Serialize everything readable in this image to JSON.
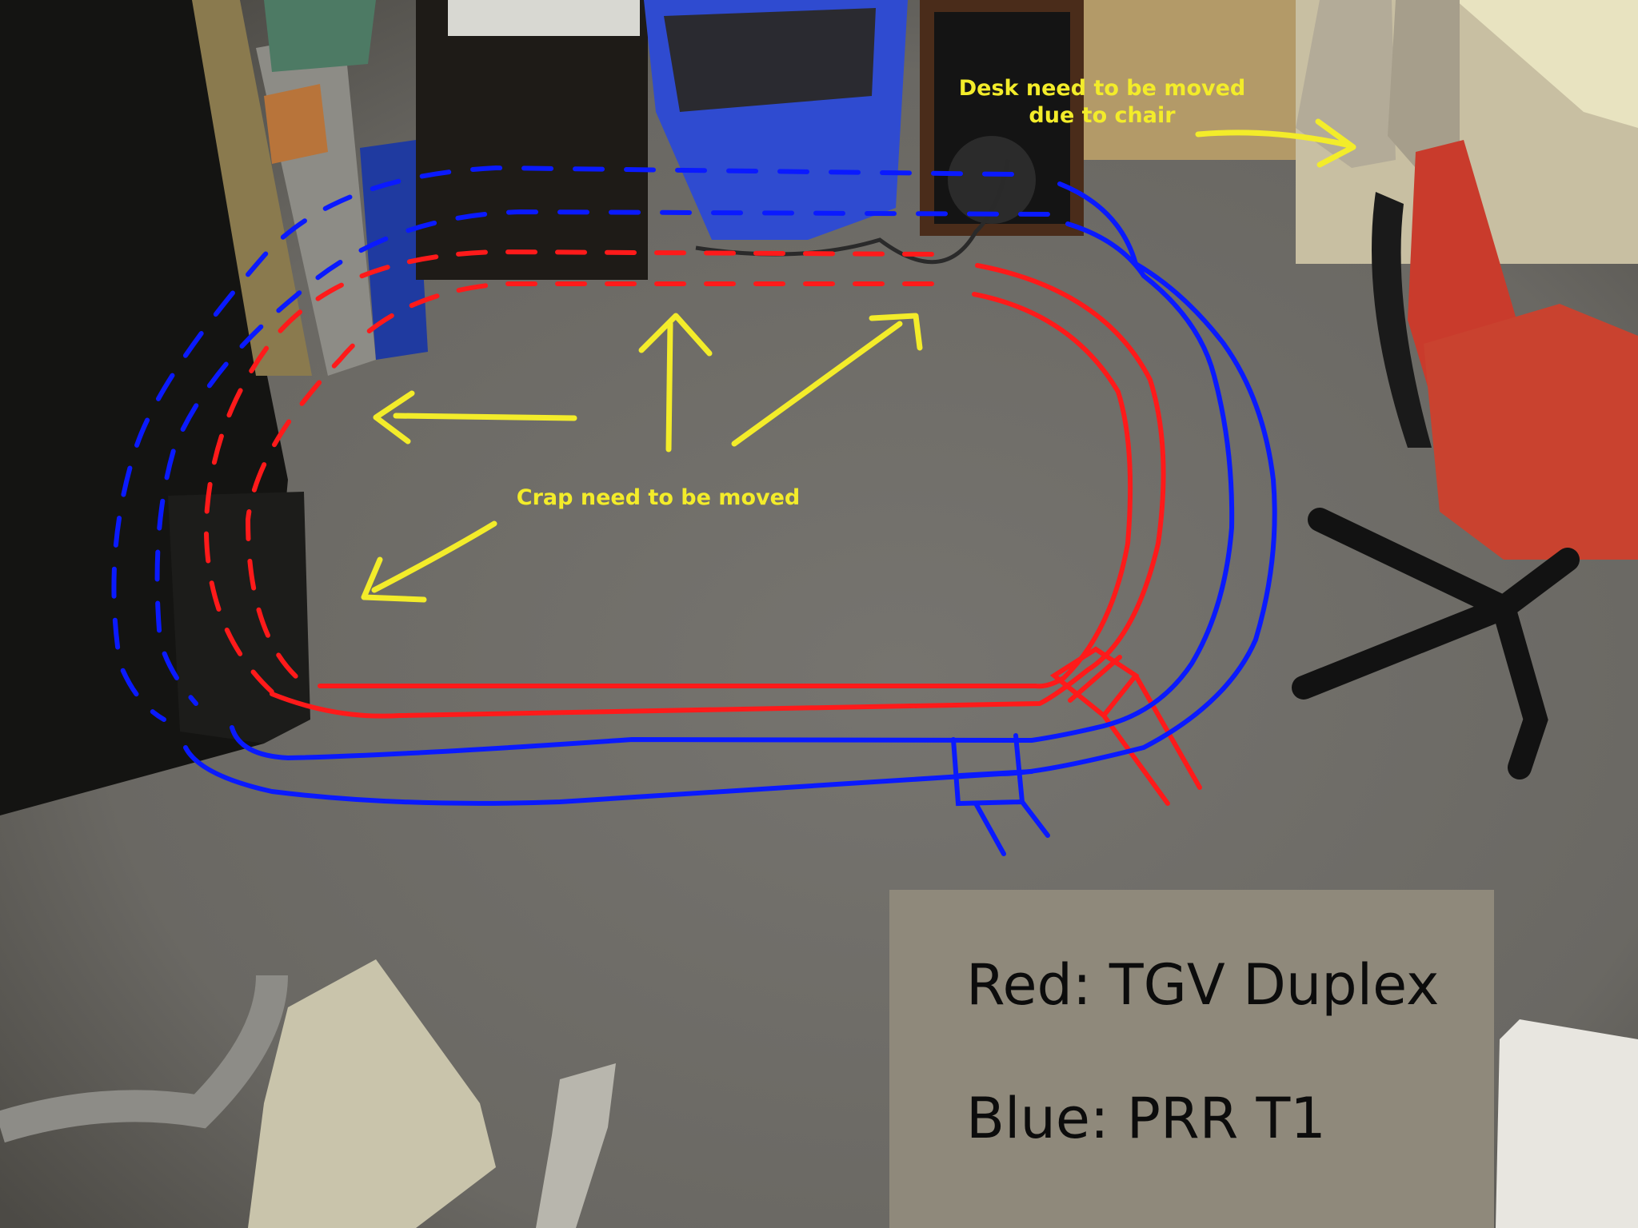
{
  "annotations": {
    "desk_note": [
      "Desk need to be moved",
      "due to chair"
    ],
    "crap_note": "Crap need to be moved"
  },
  "legend": {
    "red": "Red: TGV Duplex",
    "blue": "Blue: PRR T1"
  },
  "colors": {
    "red_track": "#ff1a1a",
    "blue_track": "#0a1aff",
    "annotation_yellow": "#f3ec2a",
    "floor": "#6f6d68",
    "legend_box": "#8f897b"
  }
}
